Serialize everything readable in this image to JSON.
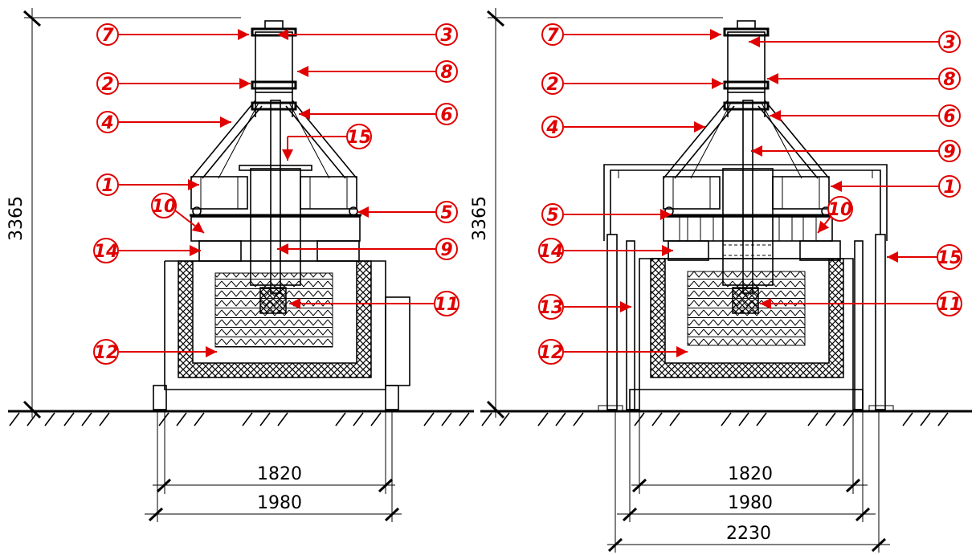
{
  "colors": {
    "callout": "#e00000",
    "line": "#000000"
  },
  "left_view": {
    "height_dim": "3365",
    "width_dims": [
      "1820",
      "1980"
    ],
    "callouts": [
      "7",
      "3",
      "2",
      "8",
      "4",
      "6",
      "15",
      "1",
      "10",
      "5",
      "14",
      "9",
      "11",
      "12"
    ]
  },
  "right_view": {
    "height_dim": "3365",
    "width_dims": [
      "1820",
      "1980",
      "2230"
    ],
    "callouts": [
      "7",
      "3",
      "2",
      "8",
      "4",
      "6",
      "9",
      "1",
      "5",
      "10",
      "14",
      "15",
      "13",
      "11",
      "12"
    ]
  }
}
